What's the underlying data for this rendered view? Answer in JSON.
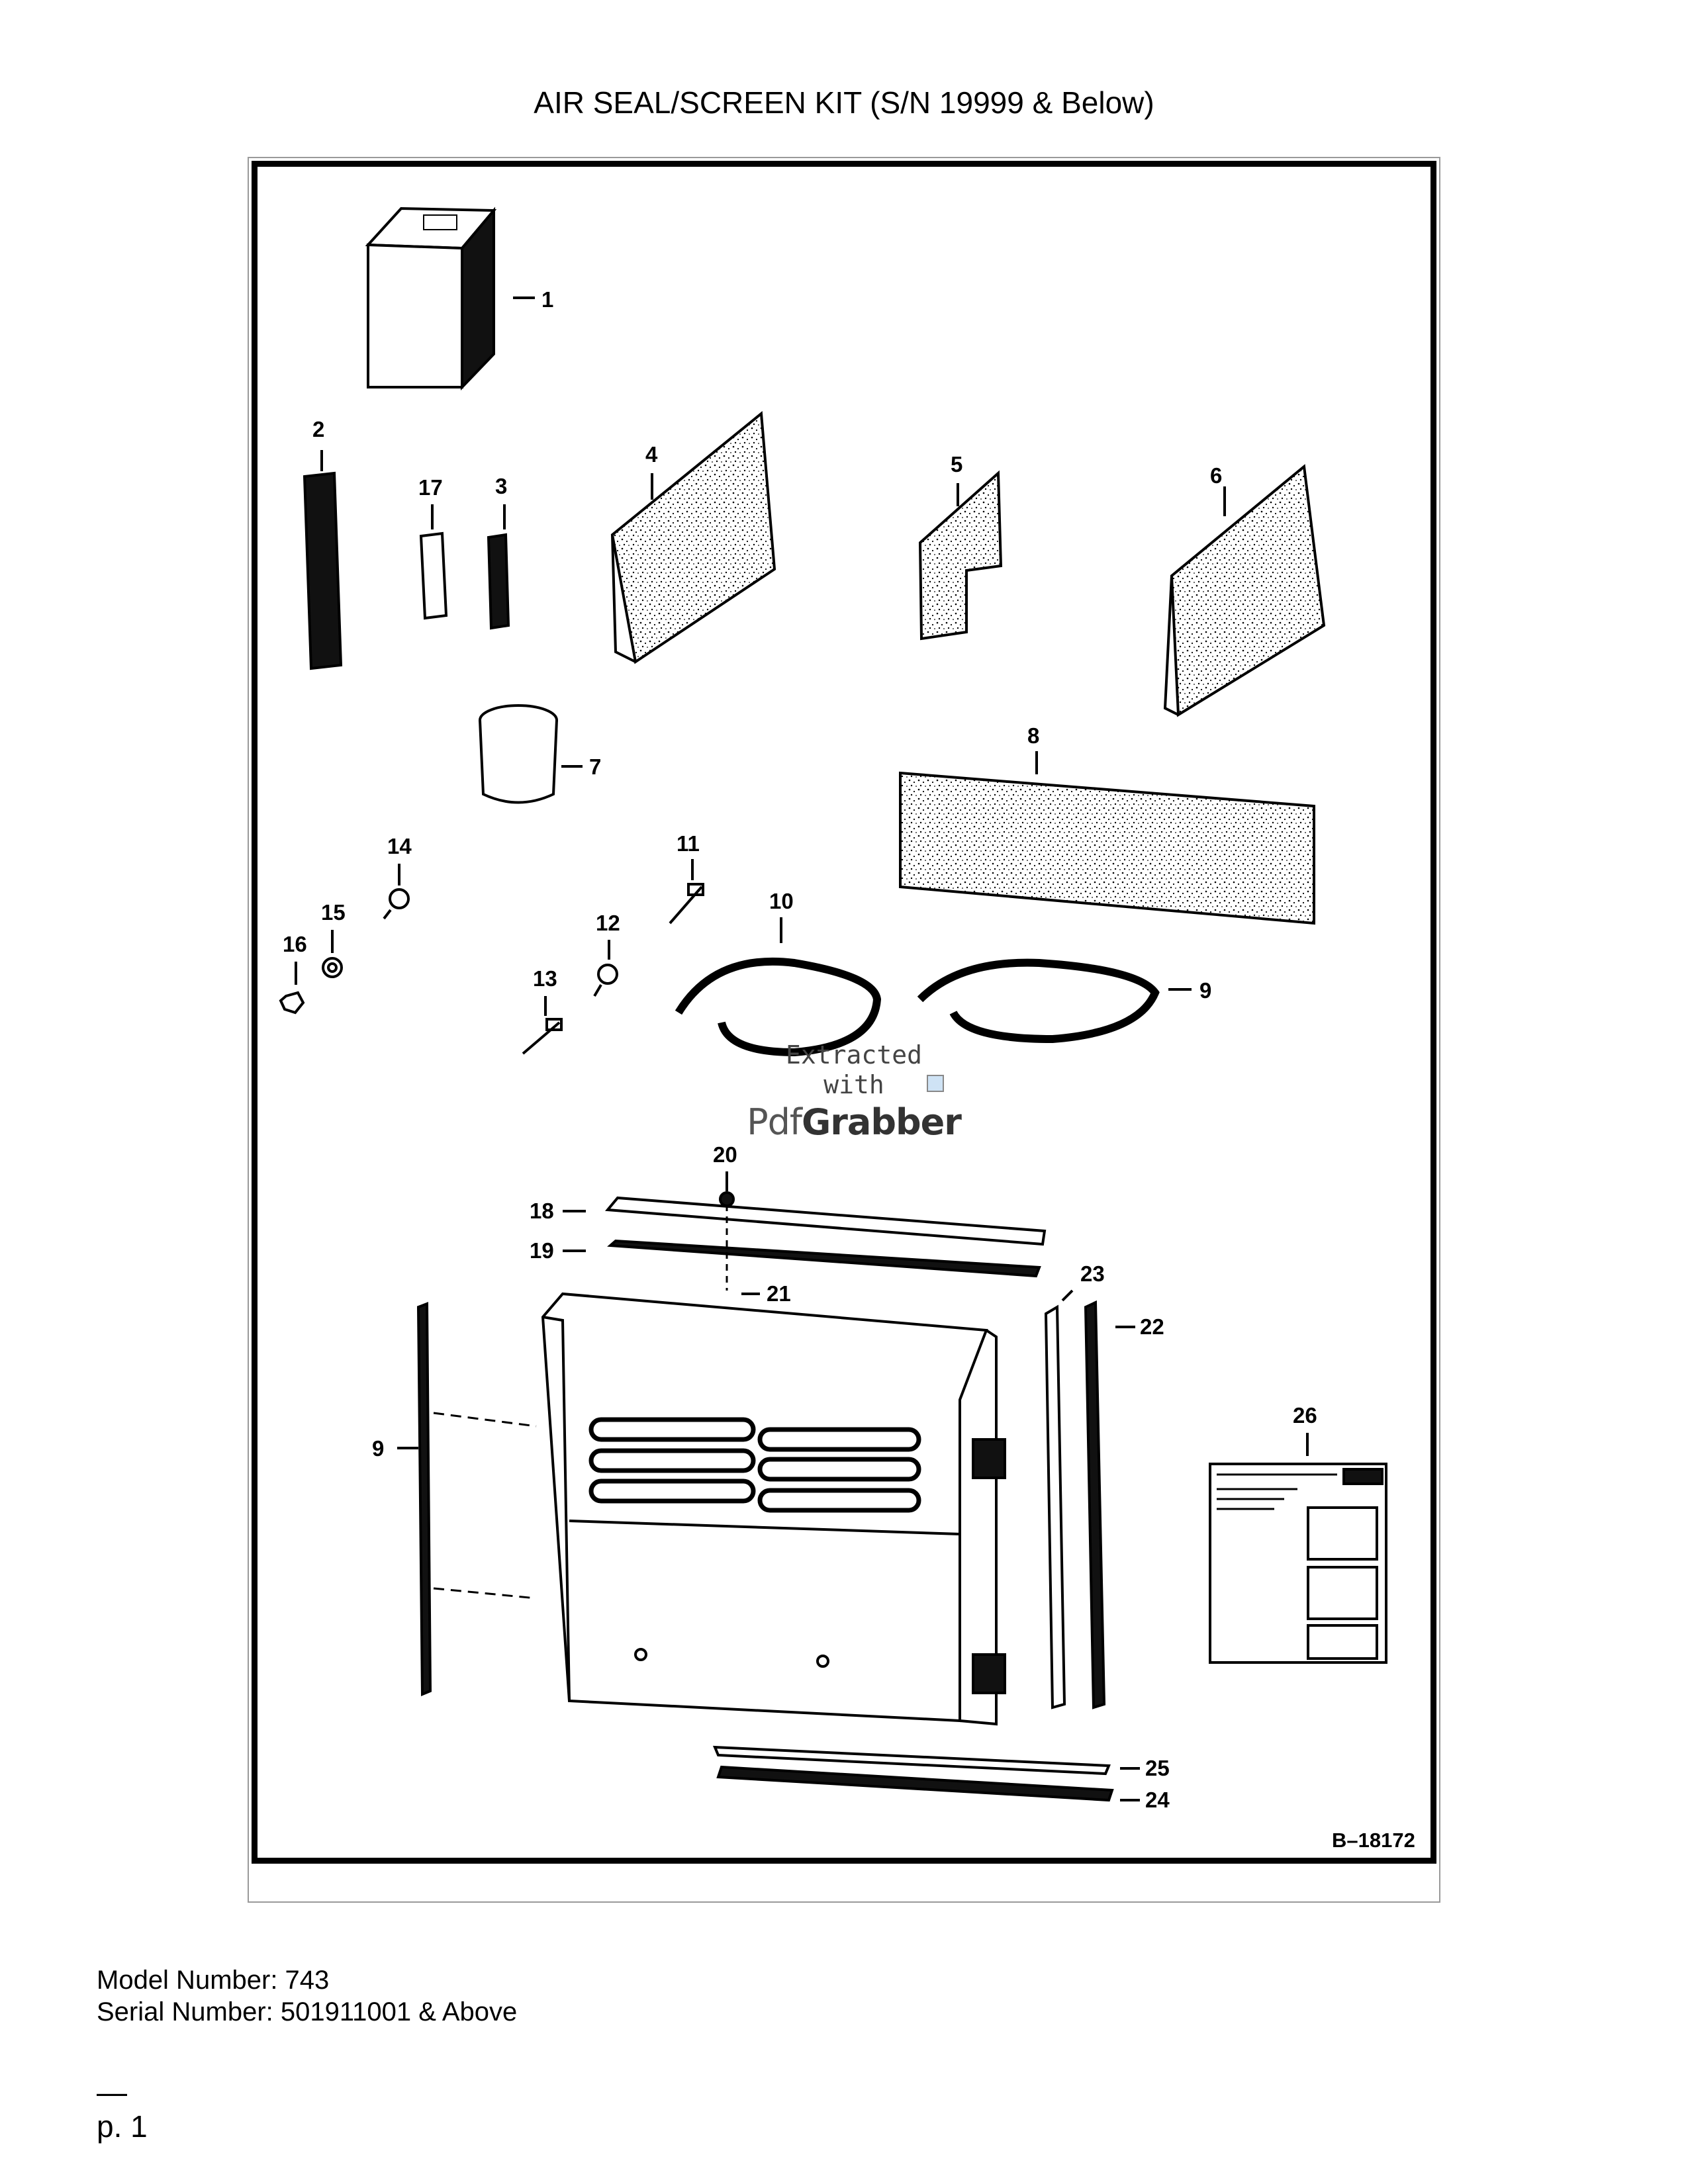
{
  "page": {
    "title": "AIR SEAL/SCREEN KIT (S/N 19999 & Below)",
    "model_line": "Model Number: 743",
    "serial_line": "Serial Number: 501911001 & Above",
    "page_rule": "—",
    "page_number": "p. 1"
  },
  "diagram": {
    "figure_id": "B–18172",
    "callouts": [
      "1",
      "2",
      "3",
      "4",
      "5",
      "6",
      "7",
      "8",
      "9",
      "10",
      "11",
      "12",
      "13",
      "14",
      "15",
      "16",
      "17",
      "18",
      "19",
      "20",
      "21",
      "22",
      "23",
      "24",
      "25",
      "26",
      "9"
    ]
  },
  "watermark": {
    "line1": "Extracted",
    "line2": "with",
    "brand_a": "Pdf",
    "brand_b": "Grabber"
  }
}
